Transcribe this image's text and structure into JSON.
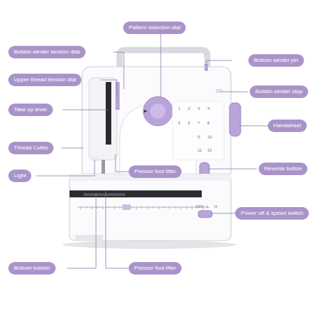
{
  "diagram": {
    "nodes": [
      {
        "text": [
          "Pattern selection dial"
        ]
      },
      {
        "text": [
          "Bobbin winder tension disk"
        ]
      },
      {
        "text": [
          "Bottom winder pin"
        ]
      },
      {
        "text": [
          "Upper thread tension dial"
        ]
      },
      {
        "text": [
          "Bobbin winder stop"
        ]
      },
      {
        "text": [
          "Take up lever"
        ]
      },
      {
        "text": [
          "Handwheel"
        ]
      },
      {
        "text": [
          "Thread Cutter"
        ]
      },
      {
        "text": [
          "Reverse button"
        ]
      },
      {
        "text": [
          "Presser foot lifter"
        ]
      },
      {
        "text": [
          "Light"
        ]
      },
      {
        "text": [
          "Power off & speed switch"
        ]
      },
      {
        "text": [
          "Bottom bobbin"
        ]
      },
      {
        "text": [
          "Presser foot lifter"
        ]
      }
    ],
    "labels": [
      "1",
      "2",
      "3",
      "4",
      "5",
      "6",
      "7",
      "8",
      "9",
      "10",
      "11",
      "12",
      "OFF",
      "L",
      "H"
    ]
  }
}
